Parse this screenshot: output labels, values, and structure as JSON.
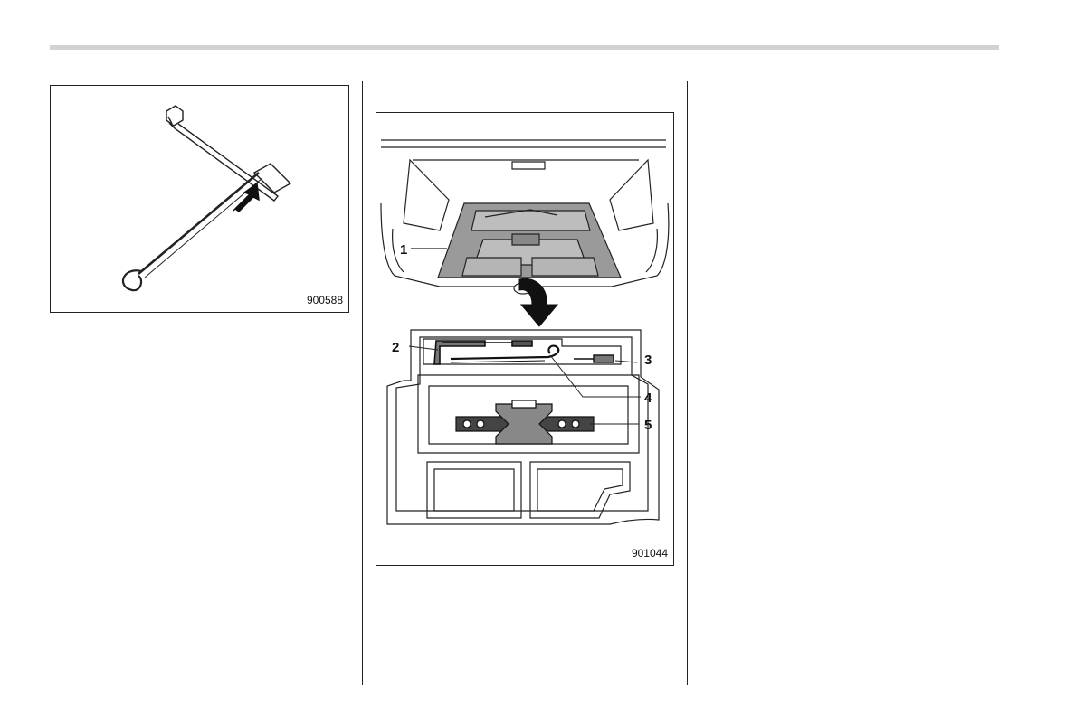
{
  "figure_left": {
    "code": "900588",
    "icon": "wrench-and-jack-handle-arrow"
  },
  "figure_right": {
    "code": "901044",
    "icon": "cargo-tool-tray-diagram",
    "callouts": [
      "1",
      "2",
      "3",
      "4",
      "5"
    ]
  }
}
